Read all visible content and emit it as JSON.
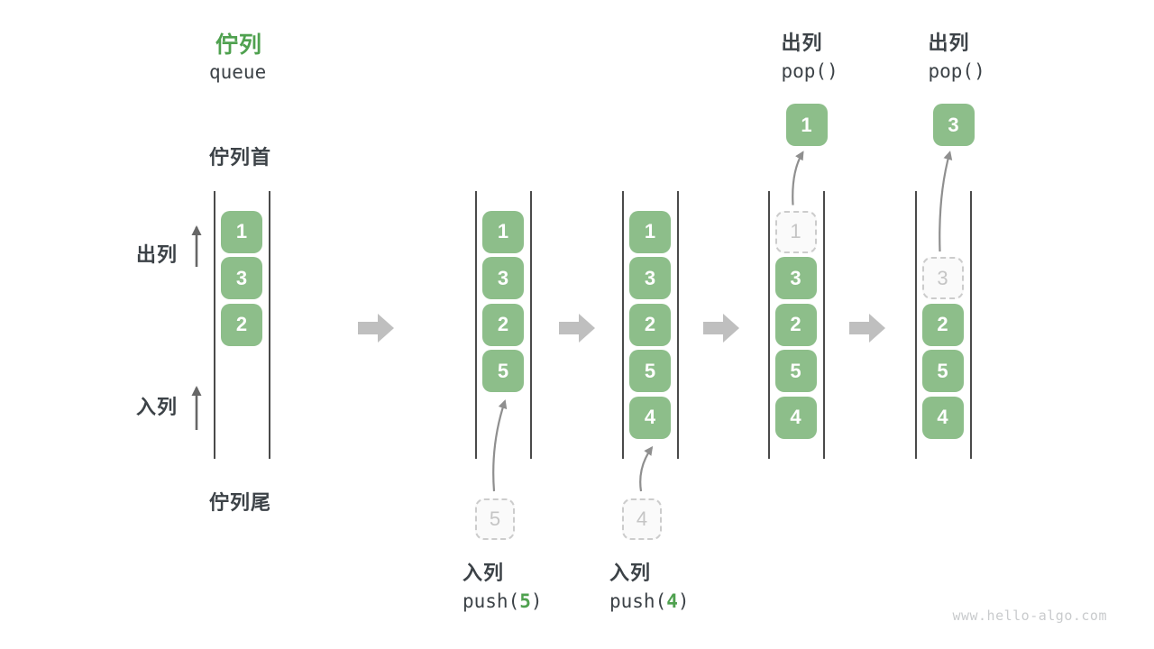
{
  "title": {
    "zh": "佇列",
    "en": "queue"
  },
  "side_labels": {
    "front": "佇列首",
    "rear": "佇列尾",
    "dequeue": "出列",
    "enqueue": "入列"
  },
  "watermark": "www.hello-algo.com",
  "colors": {
    "background": "#FFFFFF",
    "accent_green": "#4FA14F",
    "box_green": "#8DBE8A",
    "box_text": "#FFFFFF",
    "ghost_border": "#CCCCCC",
    "ghost_fill": "#FAFAFA",
    "ghost_text": "#C5C5C5",
    "text_dark": "#3C4247",
    "line_gray": "#4A4A4A",
    "block_arrow": "#BFBFBF",
    "curve_arrow": "#8F8F8F",
    "side_arrow": "#666666",
    "watermark": "#C9CBCD"
  },
  "queue_states": [
    {
      "cells": [
        {
          "slot": 0,
          "value": "1",
          "ghost": false
        },
        {
          "slot": 1,
          "value": "3",
          "ghost": false
        },
        {
          "slot": 2,
          "value": "2",
          "ghost": false
        }
      ]
    },
    {
      "cells": [
        {
          "slot": 0,
          "value": "1",
          "ghost": false
        },
        {
          "slot": 1,
          "value": "3",
          "ghost": false
        },
        {
          "slot": 2,
          "value": "2",
          "ghost": false
        },
        {
          "slot": 3,
          "value": "5",
          "ghost": false
        }
      ],
      "op": {
        "type": "enqueue",
        "label": "入列",
        "code_pre": "push(",
        "code_arg": "5",
        "code_post": ")",
        "ghost_value": "5"
      }
    },
    {
      "cells": [
        {
          "slot": 0,
          "value": "1",
          "ghost": false
        },
        {
          "slot": 1,
          "value": "3",
          "ghost": false
        },
        {
          "slot": 2,
          "value": "2",
          "ghost": false
        },
        {
          "slot": 3,
          "value": "5",
          "ghost": false
        },
        {
          "slot": 4,
          "value": "4",
          "ghost": false
        }
      ],
      "op": {
        "type": "enqueue",
        "label": "入列",
        "code_pre": "push(",
        "code_arg": "4",
        "code_post": ")",
        "ghost_value": "4"
      }
    },
    {
      "cells": [
        {
          "slot": 0,
          "value": "1",
          "ghost": true
        },
        {
          "slot": 1,
          "value": "3",
          "ghost": false
        },
        {
          "slot": 2,
          "value": "2",
          "ghost": false
        },
        {
          "slot": 3,
          "value": "5",
          "ghost": false
        },
        {
          "slot": 4,
          "value": "4",
          "ghost": false
        }
      ],
      "op": {
        "type": "dequeue",
        "label": "出列",
        "code_pre": "pop()",
        "code_arg": "",
        "code_post": "",
        "popped_value": "1"
      }
    },
    {
      "cells": [
        {
          "slot": 1,
          "value": "3",
          "ghost": true
        },
        {
          "slot": 2,
          "value": "2",
          "ghost": false
        },
        {
          "slot": 3,
          "value": "5",
          "ghost": false
        },
        {
          "slot": 4,
          "value": "4",
          "ghost": false
        }
      ],
      "op": {
        "type": "dequeue",
        "label": "出列",
        "code_pre": "pop()",
        "code_arg": "",
        "code_post": "",
        "popped_value": "3"
      }
    }
  ]
}
